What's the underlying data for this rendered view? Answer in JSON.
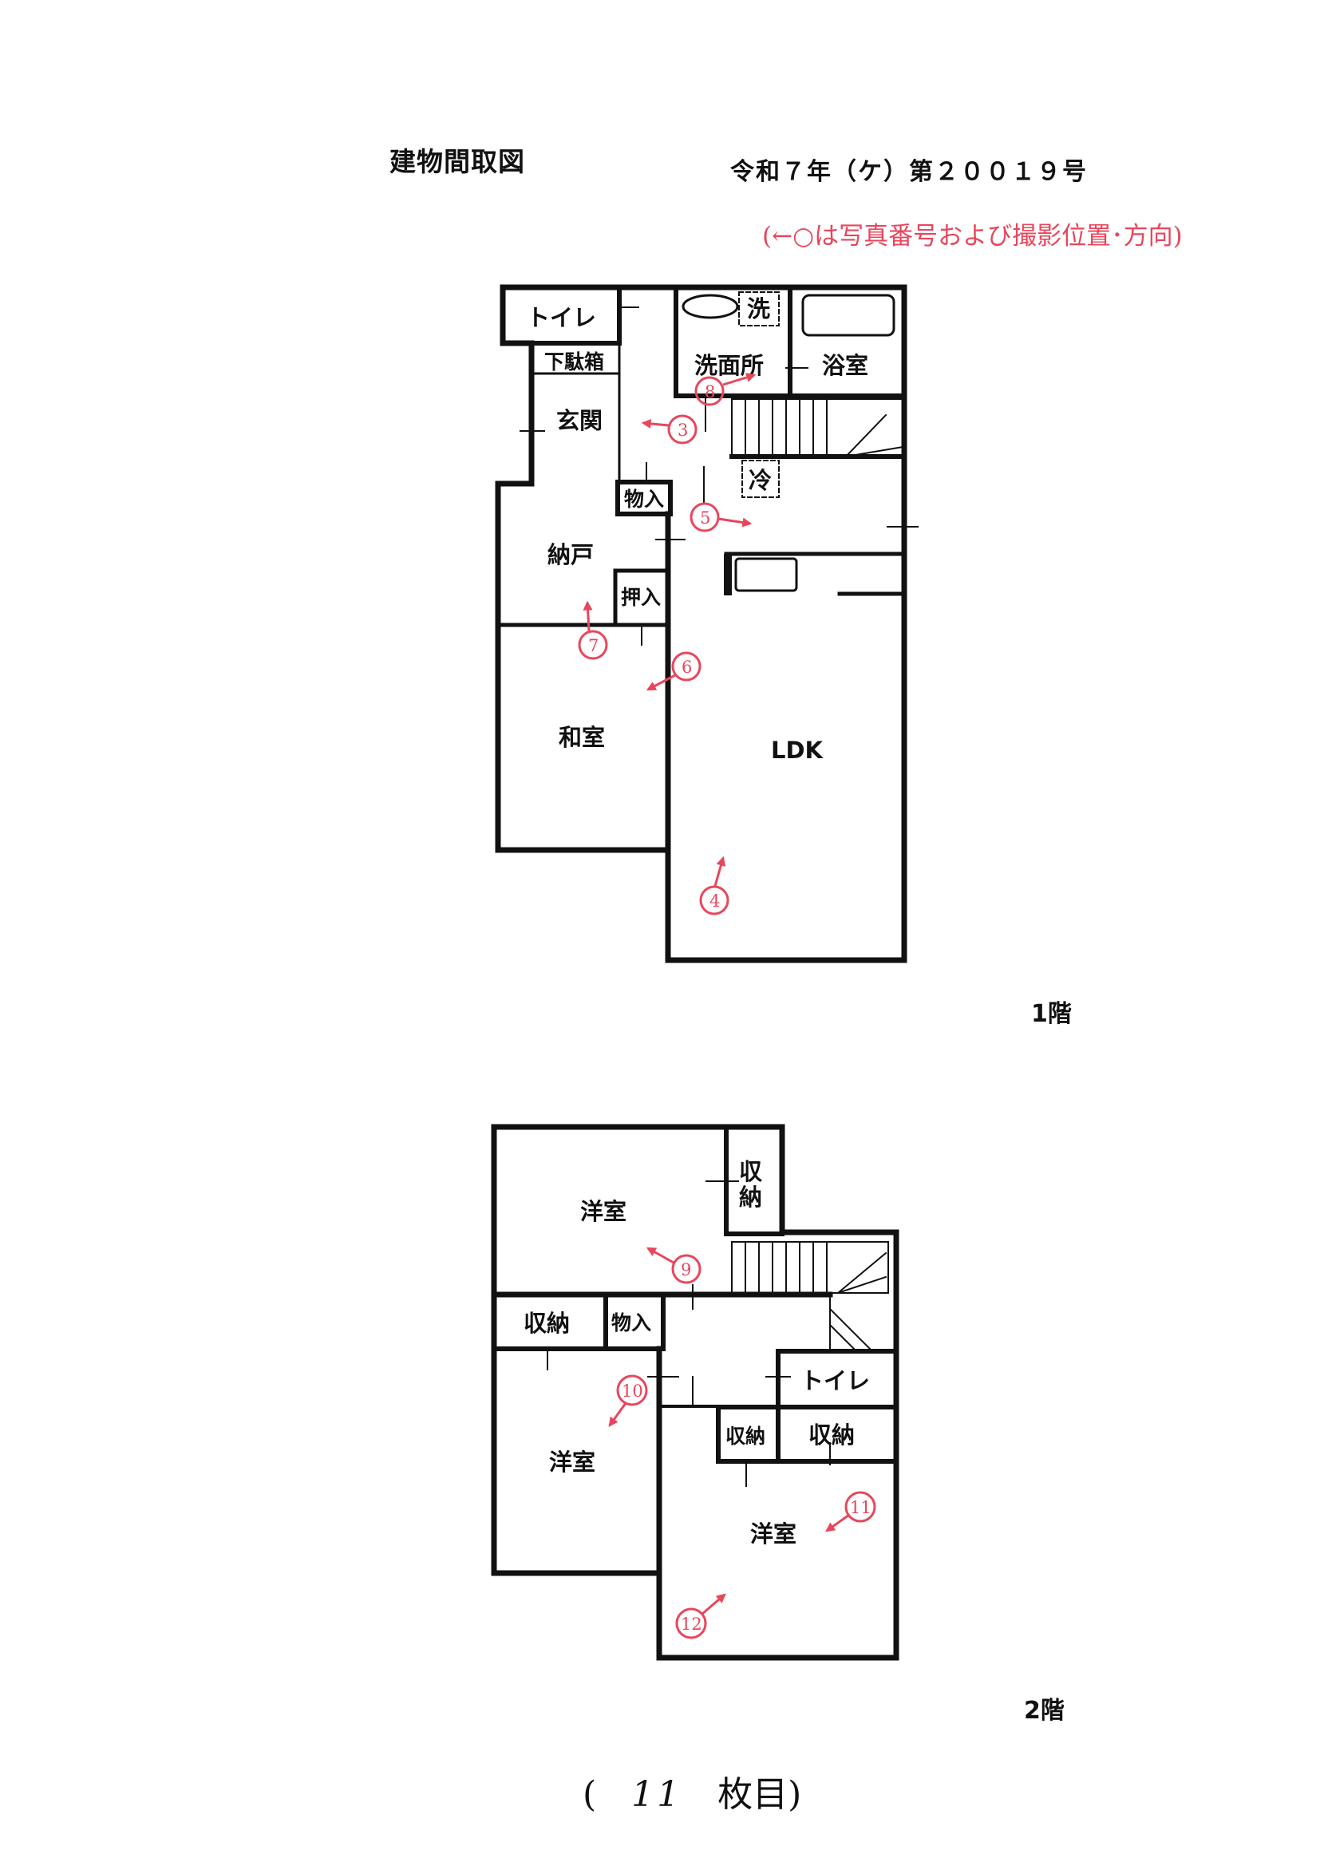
{
  "header": {
    "title": "建物間取図",
    "case_number": "令和７年（ケ）第２００１９号",
    "legend": "(←○は写真番号および撮影位置･方向)"
  },
  "floor1": {
    "label": "1階",
    "rooms": {
      "toilet": "トイレ",
      "shoe_box": "下駄箱",
      "entrance": "玄関",
      "washbasin_room": "洗面所",
      "washer": "洗",
      "bathroom": "浴室",
      "storage": "物入",
      "fridge": "冷",
      "nando": "納戸",
      "closet": "押入",
      "washitsu": "和室",
      "ldk": "LDK"
    },
    "photo_markers": [
      "3",
      "4",
      "5",
      "6",
      "7",
      "8"
    ]
  },
  "floor2": {
    "label": "2階",
    "rooms": {
      "western_room_top": "洋室",
      "storage_top": "収納",
      "storage_left": "収納",
      "storage_small": "物入",
      "toilet": "トイレ",
      "western_room_left": "洋室",
      "storage_mid_small": "収納",
      "storage_mid": "収納",
      "western_room_right": "洋室"
    },
    "photo_markers": [
      "9",
      "10",
      "11",
      "12"
    ]
  },
  "footer": {
    "page_prefix": "(",
    "page_number": "11",
    "page_suffix": "枚目)"
  },
  "colors": {
    "wall": "#111111",
    "marker": "#e8465c"
  }
}
